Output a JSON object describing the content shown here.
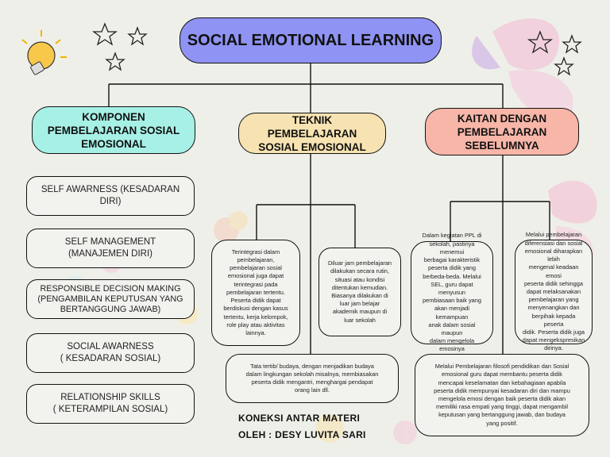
{
  "title": "SOCIAL EMOTIONAL LEARNING",
  "categories": [
    {
      "label": "KOMPONEN\nPEMBELAJARAN SOSIAL\nEMOSIONAL"
    },
    {
      "label": "TEKNIK PEMBELAJARAN\nSOSIAL EMOSIONAL"
    },
    {
      "label": "KAITAN DENGAN\nPEMBELAJARAN\nSEBELUMNYA"
    }
  ],
  "components": [
    {
      "label": "SELF AWARNESS (KESADARAN\nDIRI)"
    },
    {
      "label": "SELF MANAGEMENT\n(MANAJEMEN DIRI)"
    },
    {
      "label": "RESPONSIBLE DECISION MAKING\n(PENGAMBILAN KEPUTUSAN YANG\nBERTANGGUNG JAWAB)"
    },
    {
      "label": "SOCIAL AWARNESS\n( KESADARAN SOSIAL)"
    },
    {
      "label": "RELATIONSHIP SKILLS\n( KETERAMPILAN SOSIAL)"
    }
  ],
  "notes": {
    "teknik_left": "Terintegrasi dalam\npembelajaran,\npembelajaran sosial\nemosional juga dapat\nterintegrasi pada\npembelajaran tertentu.\nPeserta didik dapat\nberdiskusi dengan kasus\ntertentu, kerja kelompok,\nrole play atau aktivitas\nlainnya.",
    "teknik_right": "Diluar jam pembelajaran\ndilakukan secara rutin,\nsituasi atau kondisi\nditentukan kemudian.\nBiasanya dilakukan di\nluar jam belajar\nakademik maupun di\nluar sekolah",
    "teknik_bottom": "Tata tertib/ budaya, dengan menjadikan budaya\ndalam lingkungan sekolah misalnya, membiasakan\npeserta didik mengantri, menghargai pendapat\norang lain dll.",
    "kaitan_left": "Dalam kegiatan PPL di\nsekolah, pastinya menemui\nberbagai karakteristik\npeserta didik yang\nberbeda-beda. Melalui\nSEL, guru dapat menyusun\npembiasaan baik yang\nakan menjadi kemampuan\nanak dalam sosial maupun\ndalam mengelola emosinya",
    "kaitan_right": "Melalui pembelajaran\ndiferensiasi dan sosial\nemosional diharapkan lebih\nmengenal keadaan emosi\npeserta didik sehingga\ndapat melaksanakan\npembelajaran yang\nmenyenangkan dan\nberpihak kepada peserta\ndidik. Peserta didik juga\ndapat mengekspresikan\ndirinya.",
    "kaitan_bottom": "Melalui Pembelajaran filosofi pendidikan dan Sosial\nemosional guru dapat membantu peserta didik\nmencapai keselamatan dan kebahagiaan apabila\npeserta didik mempunyai kesadaran diri dan mampu\nmengelola emosi dengan baik peserta didik akan\nmemiliki rasa empati yang tinggi, dapat mengambil\nkeputusan yang bertanggung jawab, dan budaya\nyang positif."
  },
  "footer": {
    "line1": "KONEKSI ANTAR MATERI",
    "line2": "OLEH : DESY LUVITA SARI"
  },
  "colors": {
    "background": "#efefea",
    "title_fill": "#8f93f3",
    "komponen_fill": "#a7f0e6",
    "teknik_fill": "#f6e3b1",
    "kaitan_fill": "#f7b6a8",
    "box_fill": "#f2f2ee",
    "stroke": "#111111"
  },
  "icons": [
    "lightbulb-icon",
    "star-icon",
    "butterfly-icon",
    "flower-icon"
  ]
}
